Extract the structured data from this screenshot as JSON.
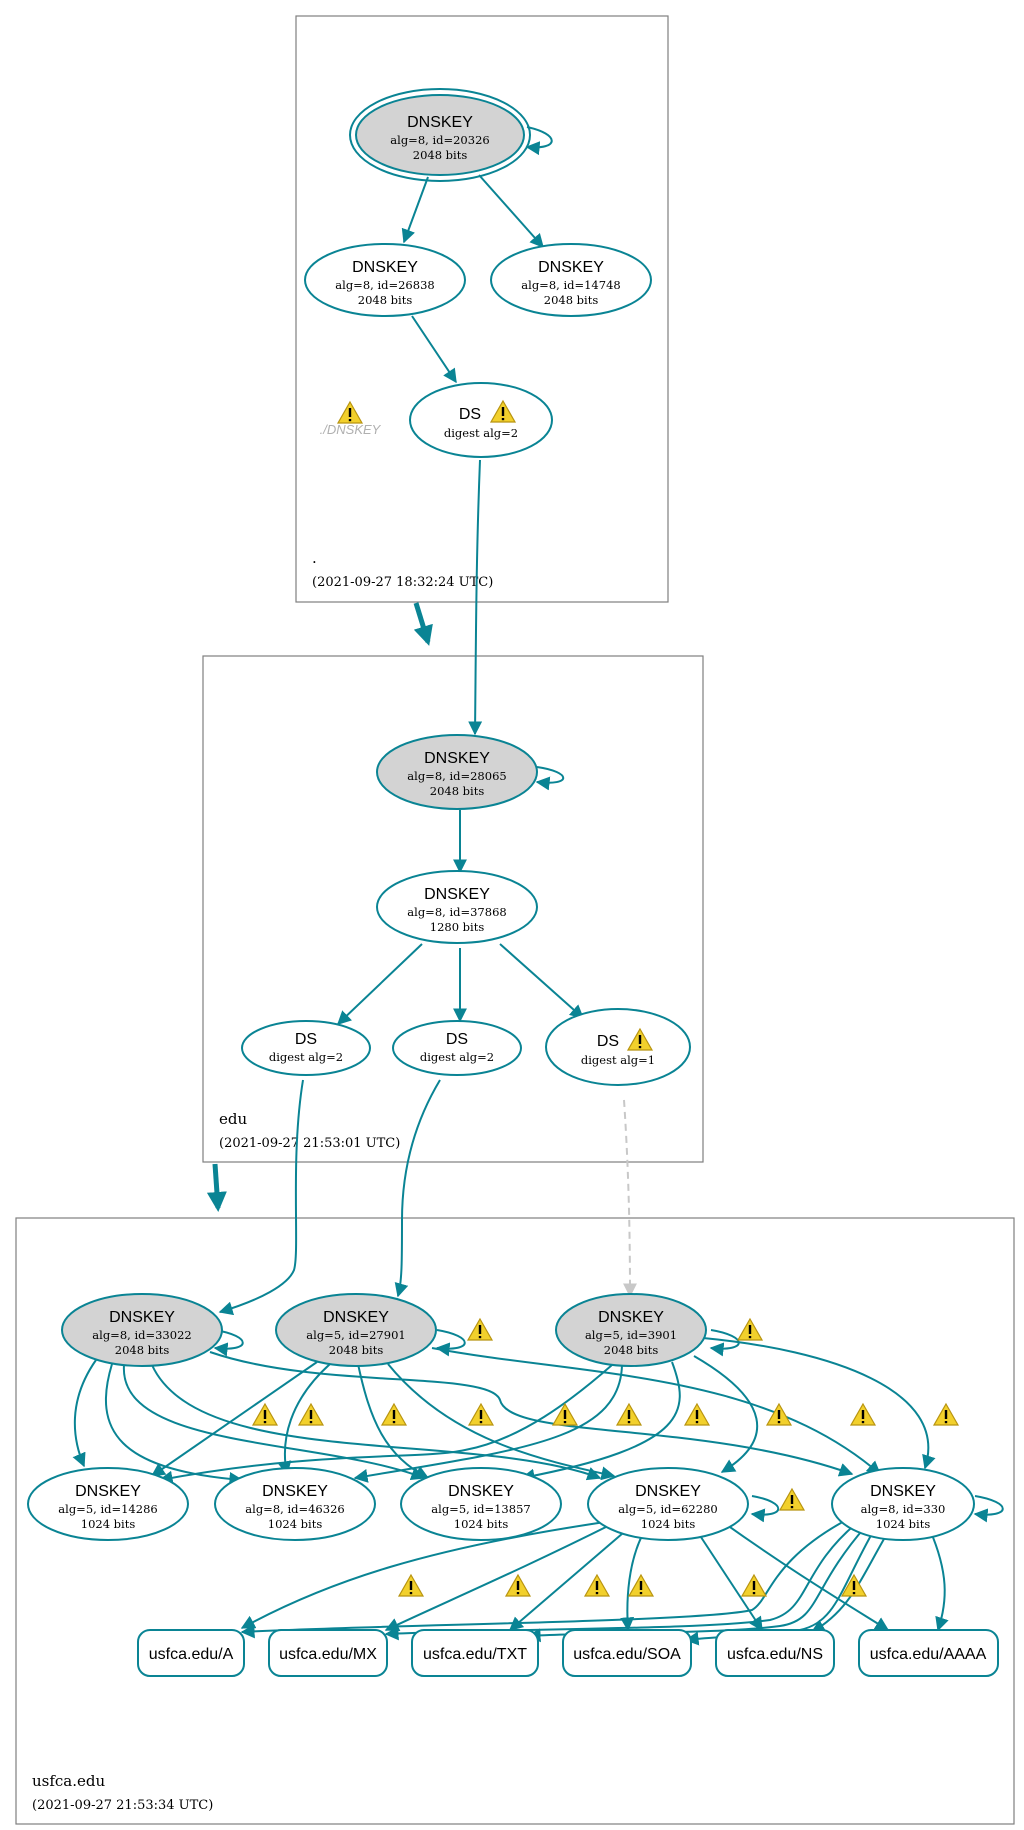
{
  "colors": {
    "edge": "#0a8494",
    "ksk_fill": "#d3d3d3",
    "warning_fill": "#f2d02c",
    "dashed_edge": "#c8c8c8"
  },
  "icons": {
    "warning": "warning-icon"
  },
  "zones": {
    "root": {
      "label": ".",
      "timestamp": "(2021-09-27 18:32:24 UTC)",
      "absent_label": "./DNSKEY",
      "dnskey_ksk": {
        "title": "DNSKEY",
        "line1": "alg=8, id=20326",
        "line2": "2048 bits"
      },
      "dnskey_a": {
        "title": "DNSKEY",
        "line1": "alg=8, id=26838",
        "line2": "2048 bits"
      },
      "dnskey_b": {
        "title": "DNSKEY",
        "line1": "alg=8, id=14748",
        "line2": "2048 bits"
      },
      "ds": {
        "title": "DS",
        "line1": "digest alg=2"
      }
    },
    "edu": {
      "label": "edu",
      "timestamp": "(2021-09-27 21:53:01 UTC)",
      "dnskey_ksk": {
        "title": "DNSKEY",
        "line1": "alg=8, id=28065",
        "line2": "2048 bits"
      },
      "dnskey_zsk": {
        "title": "DNSKEY",
        "line1": "alg=8, id=37868",
        "line2": "1280 bits"
      },
      "ds1": {
        "title": "DS",
        "line1": "digest alg=2"
      },
      "ds2": {
        "title": "DS",
        "line1": "digest alg=2"
      },
      "ds3": {
        "title": "DS",
        "line1": "digest alg=1"
      }
    },
    "usfca": {
      "label": "usfca.edu",
      "timestamp": "(2021-09-27 21:53:34 UTC)",
      "k33022": {
        "title": "DNSKEY",
        "line1": "alg=8, id=33022",
        "line2": "2048 bits"
      },
      "k27901": {
        "title": "DNSKEY",
        "line1": "alg=5, id=27901",
        "line2": "2048 bits"
      },
      "k3901": {
        "title": "DNSKEY",
        "line1": "alg=5, id=3901",
        "line2": "2048 bits"
      },
      "k14286": {
        "title": "DNSKEY",
        "line1": "alg=5, id=14286",
        "line2": "1024 bits"
      },
      "k46326": {
        "title": "DNSKEY",
        "line1": "alg=8, id=46326",
        "line2": "1024 bits"
      },
      "k13857": {
        "title": "DNSKEY",
        "line1": "alg=5, id=13857",
        "line2": "1024 bits"
      },
      "k62280": {
        "title": "DNSKEY",
        "line1": "alg=5, id=62280",
        "line2": "1024 bits"
      },
      "k330": {
        "title": "DNSKEY",
        "line1": "alg=8, id=330",
        "line2": "1024 bits"
      },
      "rrsets": [
        "usfca.edu/A",
        "usfca.edu/MX",
        "usfca.edu/TXT",
        "usfca.edu/SOA",
        "usfca.edu/NS",
        "usfca.edu/AAAA"
      ]
    }
  }
}
